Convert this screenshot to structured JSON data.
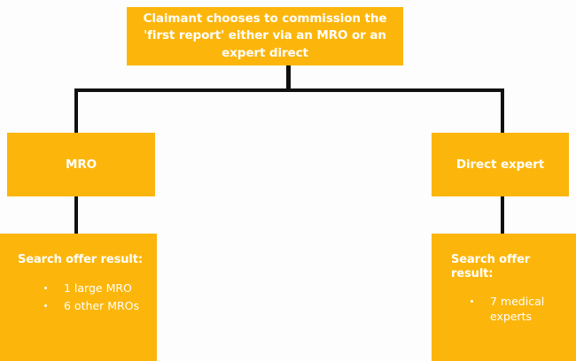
{
  "diagram": {
    "title_box": {
      "label": "Claimant chooses to commission the 'first report' either via an MRO or an expert direct"
    },
    "branches": [
      {
        "label": "MRO",
        "result": {
          "heading": "Search offer result:",
          "items": [
            "1 large MRO",
            "6 other MROs"
          ]
        }
      },
      {
        "label": "Direct expert",
        "result": {
          "heading": "Search offer result:",
          "items": [
            "7 medical experts"
          ]
        }
      }
    ],
    "colors": {
      "box_fill": "#fcb60b",
      "box_text": "#ffffff",
      "connector": "#111111",
      "background": "#fdfdfd"
    }
  }
}
